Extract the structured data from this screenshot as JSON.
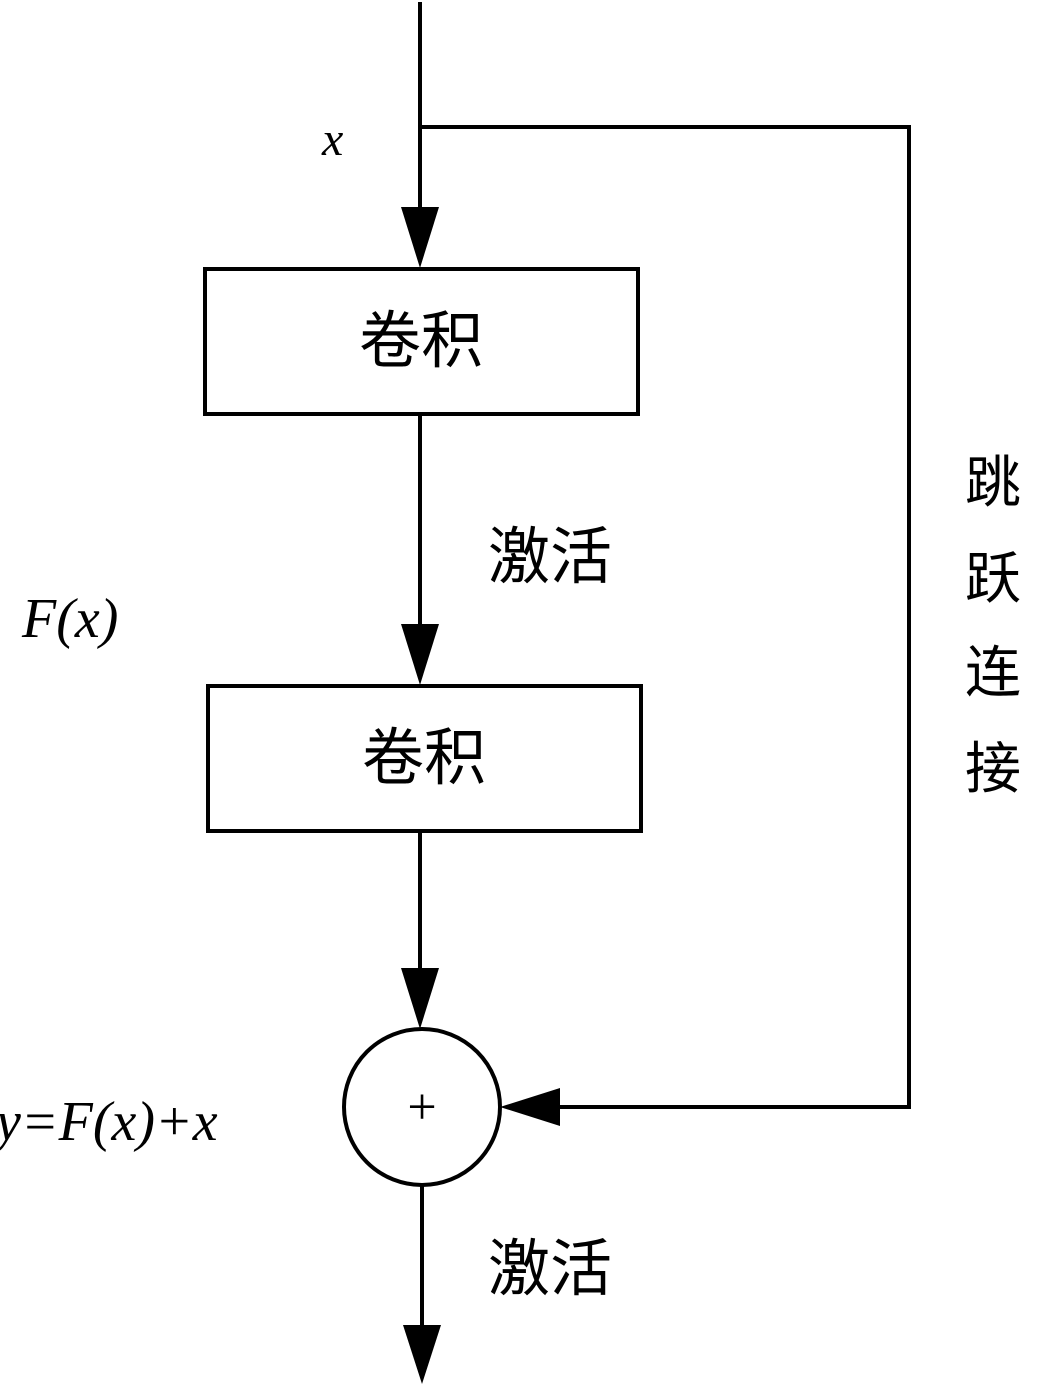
{
  "diagram": {
    "type": "residual-block",
    "input_label": "x",
    "blocks": [
      {
        "id": "conv1",
        "label": "卷积"
      },
      {
        "id": "conv2",
        "label": "卷积"
      }
    ],
    "activation_mid_label": "激活",
    "residual_function_label": "F(x)",
    "sum_symbol": "+",
    "output_formula": "y=F(x)+x",
    "activation_out_label": "激活",
    "skip_connection_label": [
      "跳",
      "跃",
      "连",
      "接"
    ],
    "edges": [
      {
        "from": "input",
        "to": "conv1"
      },
      {
        "from": "conv1",
        "to": "conv2",
        "label": "激活"
      },
      {
        "from": "conv2",
        "to": "sum"
      },
      {
        "from": "input",
        "to": "sum",
        "label": "跳跃连接"
      },
      {
        "from": "sum",
        "to": "output",
        "label": "激活"
      }
    ],
    "stroke_color": "#000000",
    "background_color": "#ffffff"
  }
}
